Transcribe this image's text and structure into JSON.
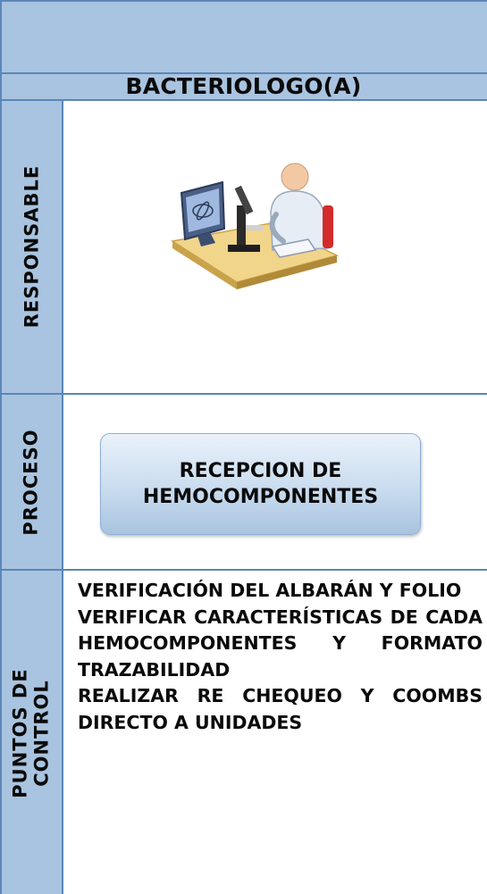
{
  "header": {
    "role_title": "BACTERIOLOGO(A)"
  },
  "rows": {
    "responsable_label": "RESPONSABLE",
    "proceso_label": "PROCESO",
    "puntos_label_line1": "PUNTOS DE",
    "puntos_label_line2": "CONTROL"
  },
  "process": {
    "line1": "RECEPCION DE",
    "line2": "HEMOCOMPONENTES"
  },
  "control_points": [
    "VERIFICACIÓN DEL ALBARÁN Y FOLIO",
    "VERIFICAR CARACTERÍSTICAS DE CADA HEMOCOMPONENTES Y FORMATO TRAZABILIDAD",
    "REALIZAR RE CHEQUEO Y COOMBS DIRECTO A UNIDADES"
  ],
  "illustration": {
    "icon": "scientist-microscope-icon"
  },
  "colors": {
    "header_fill": "#a9c4e0",
    "grid_line": "#5b86b8"
  }
}
